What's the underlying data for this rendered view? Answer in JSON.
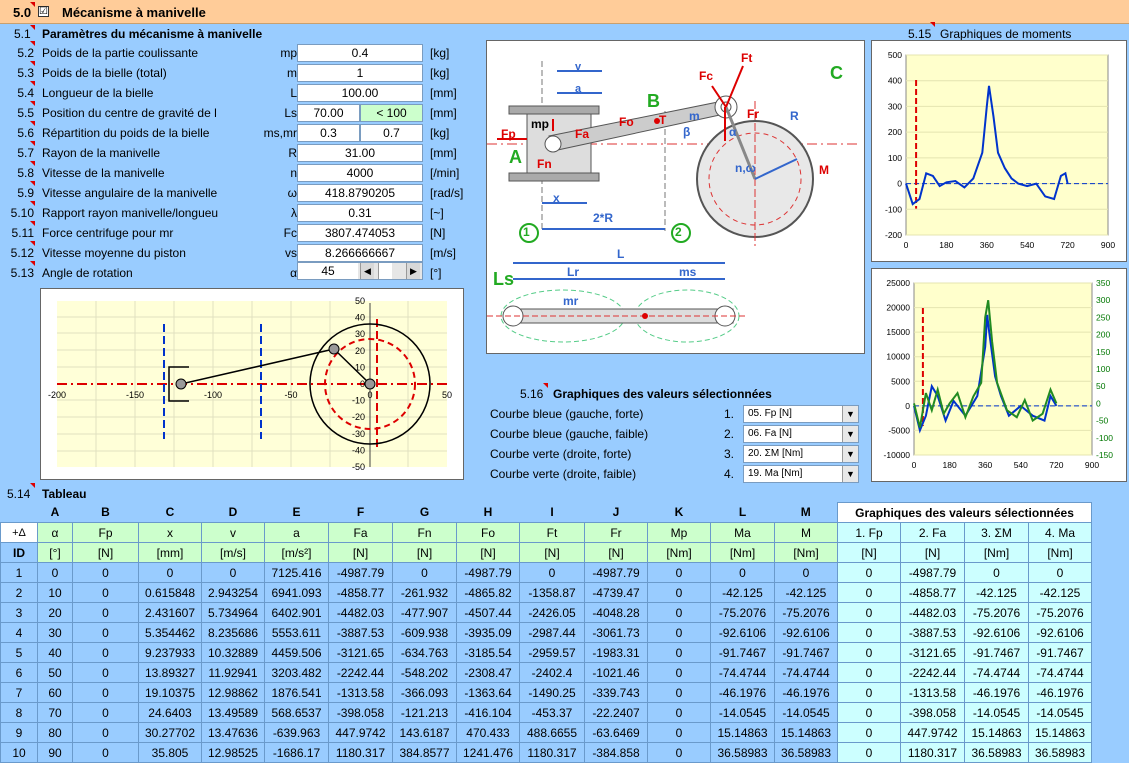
{
  "header": {
    "num": "5.0",
    "check": "☑",
    "title": "Mécanisme à manivelle"
  },
  "sec51": {
    "num": "5.1",
    "title": "Paramètres du mécanisme à manivelle"
  },
  "params": [
    {
      "num": "5.2",
      "label": "Poids de la partie coulissante",
      "sym": "mp",
      "value": "0.4",
      "unit": "[kg]"
    },
    {
      "num": "5.3",
      "label": "Poids de la bielle (total)",
      "sym": "m",
      "value": "1",
      "unit": "[kg]"
    },
    {
      "num": "5.4",
      "label": "Longueur de la bielle",
      "sym": "L",
      "value": "100.00",
      "unit": "[mm]"
    },
    {
      "num": "5.5",
      "label": "Position du centre de gravité de l",
      "sym": "Ls",
      "value": "70.00",
      "value2": "< 100",
      "unit": "[mm]"
    },
    {
      "num": "5.6",
      "label": "Répartition du poids de la bielle",
      "sym": "ms,mr",
      "value": "0.3",
      "value2": "0.7",
      "unit": "[kg]"
    },
    {
      "num": "5.7",
      "label": "Rayon de la manivelle",
      "sym": "R",
      "value": "31.00",
      "unit": "[mm]"
    },
    {
      "num": "5.8",
      "label": "Vitesse de la manivelle",
      "sym": "n",
      "value": "4000",
      "unit": "[/min]"
    },
    {
      "num": "5.9",
      "label": "Vitesse angulaire de la manivelle",
      "sym": "ω",
      "value": "418.8790205",
      "unit": "[rad/s]"
    },
    {
      "num": "5.10",
      "label": "Rapport rayon manivelle/longueu",
      "sym": "λ",
      "value": "0.31",
      "unit": "[~]"
    },
    {
      "num": "5.11",
      "label": "Force centrifuge pour mr",
      "sym": "Fc",
      "value": "3807.474053",
      "unit": "[N]"
    },
    {
      "num": "5.12",
      "label": "Vitesse moyenne du piston",
      "sym": "vs",
      "value": "8.266666667",
      "unit": "[m/s]"
    },
    {
      "num": "5.13",
      "label": "Angle de rotation",
      "sym": "α",
      "value": "45",
      "unit": "[°]"
    }
  ],
  "sec515": {
    "num": "5.15",
    "title": "Graphiques de moments"
  },
  "sec516": {
    "num": "5.16",
    "title": "Graphiques des valeurs sélectionnées"
  },
  "selections": [
    {
      "label": "Courbe bleue (gauche, forte)",
      "n": "1.",
      "value": "05. Fp [N]"
    },
    {
      "label": "Courbe bleue (gauche, faible)",
      "n": "2.",
      "value": "06. Fa [N]"
    },
    {
      "label": "Courbe verte (droite, forte)",
      "n": "3.",
      "value": "20. ΣM [Nm]"
    },
    {
      "label": "Courbe verte (droite, faible)",
      "n": "4.",
      "value": "19. Ma [Nm]"
    }
  ],
  "sec514": {
    "num": "5.14",
    "title": "Tableau"
  },
  "diagram": {
    "labels": [
      "v",
      "a",
      "Ft",
      "Fc",
      "B",
      "C",
      "mp",
      "Fp",
      "Fa",
      "Fo",
      "T",
      "m",
      "β",
      "α",
      "R",
      "Fr",
      "A",
      "Fn",
      "n,ω",
      "M",
      "x",
      "2*R",
      "1",
      "2",
      "L",
      "Ls",
      "Lr",
      "ms",
      "mr"
    ]
  },
  "sim_ticks": {
    "x": [
      "-200",
      "-150",
      "-100",
      "-50",
      "0",
      "50"
    ],
    "y": [
      "50",
      "40",
      "30",
      "20",
      "10",
      "0",
      "-10",
      "-20",
      "-30",
      "-40",
      "-50"
    ]
  },
  "chart_data": [
    {
      "type": "line",
      "title": "",
      "xlim": [
        0,
        900
      ],
      "ylim": [
        -200,
        500
      ],
      "xticks": [
        "0",
        "180",
        "360",
        "540",
        "720",
        "900"
      ],
      "yticks": [
        "500",
        "400",
        "300",
        "200",
        "100",
        "0",
        "-100",
        "-200"
      ],
      "series": [
        {
          "values": [
            [
              0,
              0
            ],
            [
              30,
              -80
            ],
            [
              60,
              -60
            ],
            [
              90,
              40
            ],
            [
              120,
              30
            ],
            [
              150,
              -10
            ],
            [
              180,
              5
            ],
            [
              220,
              10
            ],
            [
              260,
              -15
            ],
            [
              300,
              20
            ],
            [
              340,
              120
            ],
            [
              360,
              300
            ],
            [
              370,
              380
            ],
            [
              390,
              260
            ],
            [
              410,
              120
            ],
            [
              440,
              60
            ],
            [
              470,
              20
            ],
            [
              500,
              0
            ],
            [
              540,
              -10
            ],
            [
              580,
              0
            ],
            [
              620,
              -50
            ],
            [
              660,
              -60
            ],
            [
              690,
              30
            ],
            [
              710,
              40
            ],
            [
              720,
              0
            ]
          ]
        }
      ]
    },
    {
      "type": "line",
      "title": "",
      "xlim": [
        0,
        900
      ],
      "ylim": [
        -10000,
        25000
      ],
      "y2lim": [
        -150,
        350
      ],
      "xticks": [
        "0",
        "180",
        "360",
        "540",
        "720",
        "900"
      ],
      "yticks": [
        "25000",
        "20000",
        "15000",
        "10000",
        "5000",
        "0",
        "-5000",
        "-10000"
      ],
      "y2ticks": [
        "350",
        "300",
        "250",
        "200",
        "150",
        "100",
        "50",
        "0",
        "-50",
        "-100",
        "-150"
      ],
      "series": [
        {
          "values": [
            [
              0,
              0
            ],
            [
              30,
              -5000
            ],
            [
              60,
              -2000
            ],
            [
              90,
              4000
            ],
            [
              120,
              2000
            ],
            [
              160,
              -3000
            ],
            [
              200,
              1000
            ],
            [
              260,
              -2000
            ],
            [
              320,
              2000
            ],
            [
              360,
              12000
            ],
            [
              370,
              18500
            ],
            [
              380,
              15000
            ],
            [
              410,
              6000
            ],
            [
              440,
              2000
            ],
            [
              480,
              -2000
            ],
            [
              540,
              0
            ],
            [
              600,
              -2000
            ],
            [
              660,
              -3000
            ],
            [
              690,
              2000
            ],
            [
              720,
              0
            ]
          ]
        },
        {
          "values": [
            [
              0,
              0
            ],
            [
              30,
              -70
            ],
            [
              60,
              30
            ],
            [
              90,
              -20
            ],
            [
              120,
              40
            ],
            [
              150,
              -30
            ],
            [
              180,
              0
            ],
            [
              220,
              30
            ],
            [
              260,
              -40
            ],
            [
              300,
              20
            ],
            [
              340,
              60
            ],
            [
              360,
              250
            ],
            [
              375,
              300
            ],
            [
              395,
              180
            ],
            [
              420,
              60
            ],
            [
              470,
              -20
            ],
            [
              520,
              -40
            ],
            [
              560,
              10
            ],
            [
              600,
              -50
            ],
            [
              650,
              -30
            ],
            [
              690,
              40
            ],
            [
              720,
              0
            ]
          ]
        }
      ]
    }
  ],
  "table": {
    "letters": [
      "A",
      "B",
      "C",
      "D",
      "E",
      "F",
      "G",
      "H",
      "I",
      "J",
      "K",
      "L",
      "M"
    ],
    "right_title": "Graphiques des valeurs sélectionnées",
    "plus": "+Δ",
    "names": [
      "α",
      "Fp",
      "x",
      "v",
      "a",
      "Fa",
      "Fn",
      "Fo",
      "Ft",
      "Fr",
      "Mp",
      "Ma",
      "M"
    ],
    "right_names": [
      "1. Fp",
      "2. Fa",
      "3. ΣM",
      "4. Ma"
    ],
    "id": "ID",
    "units": [
      "[°]",
      "[N]",
      "[mm]",
      "[m/s]",
      "[m/s²]",
      "[N]",
      "[N]",
      "[N]",
      "[N]",
      "[N]",
      "[Nm]",
      "[Nm]",
      "[Nm]"
    ],
    "right_units": [
      "[N]",
      "[N]",
      "[Nm]",
      "[Nm]"
    ],
    "rows": [
      [
        "1",
        "0",
        "0",
        "0",
        "0",
        "7125.416",
        "-4987.79",
        "0",
        "-4987.79",
        "0",
        "-4987.79",
        "0",
        "0",
        "0",
        "0",
        "-4987.79",
        "0",
        "0"
      ],
      [
        "2",
        "10",
        "0",
        "0.615848",
        "2.943254",
        "6941.093",
        "-4858.77",
        "-261.932",
        "-4865.82",
        "-1358.87",
        "-4739.47",
        "0",
        "-42.125",
        "-42.125",
        "0",
        "-4858.77",
        "-42.125",
        "-42.125"
      ],
      [
        "3",
        "20",
        "0",
        "2.431607",
        "5.734964",
        "6402.901",
        "-4482.03",
        "-477.907",
        "-4507.44",
        "-2426.05",
        "-4048.28",
        "0",
        "-75.2076",
        "-75.2076",
        "0",
        "-4482.03",
        "-75.2076",
        "-75.2076"
      ],
      [
        "4",
        "30",
        "0",
        "5.354462",
        "8.235686",
        "5553.611",
        "-3887.53",
        "-609.938",
        "-3935.09",
        "-2987.44",
        "-3061.73",
        "0",
        "-92.6106",
        "-92.6106",
        "0",
        "-3887.53",
        "-92.6106",
        "-92.6106"
      ],
      [
        "5",
        "40",
        "0",
        "9.237933",
        "10.32889",
        "4459.506",
        "-3121.65",
        "-634.763",
        "-3185.54",
        "-2959.57",
        "-1983.31",
        "0",
        "-91.7467",
        "-91.7467",
        "0",
        "-3121.65",
        "-91.7467",
        "-91.7467"
      ],
      [
        "6",
        "50",
        "0",
        "13.89327",
        "11.92941",
        "3203.482",
        "-2242.44",
        "-548.202",
        "-2308.47",
        "-2402.4",
        "-1021.46",
        "0",
        "-74.4744",
        "-74.4744",
        "0",
        "-2242.44",
        "-74.4744",
        "-74.4744"
      ],
      [
        "7",
        "60",
        "0",
        "19.10375",
        "12.98862",
        "1876.541",
        "-1313.58",
        "-366.093",
        "-1363.64",
        "-1490.25",
        "-339.743",
        "0",
        "-46.1976",
        "-46.1976",
        "0",
        "-1313.58",
        "-46.1976",
        "-46.1976"
      ],
      [
        "8",
        "70",
        "0",
        "24.6403",
        "13.49589",
        "568.6537",
        "-398.058",
        "-121.213",
        "-416.104",
        "-453.37",
        "-22.2407",
        "0",
        "-14.0545",
        "-14.0545",
        "0",
        "-398.058",
        "-14.0545",
        "-14.0545"
      ],
      [
        "9",
        "80",
        "0",
        "30.27702",
        "13.47636",
        "-639.963",
        "447.9742",
        "143.6187",
        "470.433",
        "488.6655",
        "-63.6469",
        "0",
        "15.14863",
        "15.14863",
        "0",
        "447.9742",
        "15.14863",
        "15.14863"
      ],
      [
        "10",
        "90",
        "0",
        "35.805",
        "12.98525",
        "-1686.17",
        "1180.317",
        "384.8577",
        "1241.476",
        "1180.317",
        "-384.858",
        "0",
        "36.58983",
        "36.58983",
        "0",
        "1180.317",
        "36.58983",
        "36.58983"
      ]
    ]
  }
}
